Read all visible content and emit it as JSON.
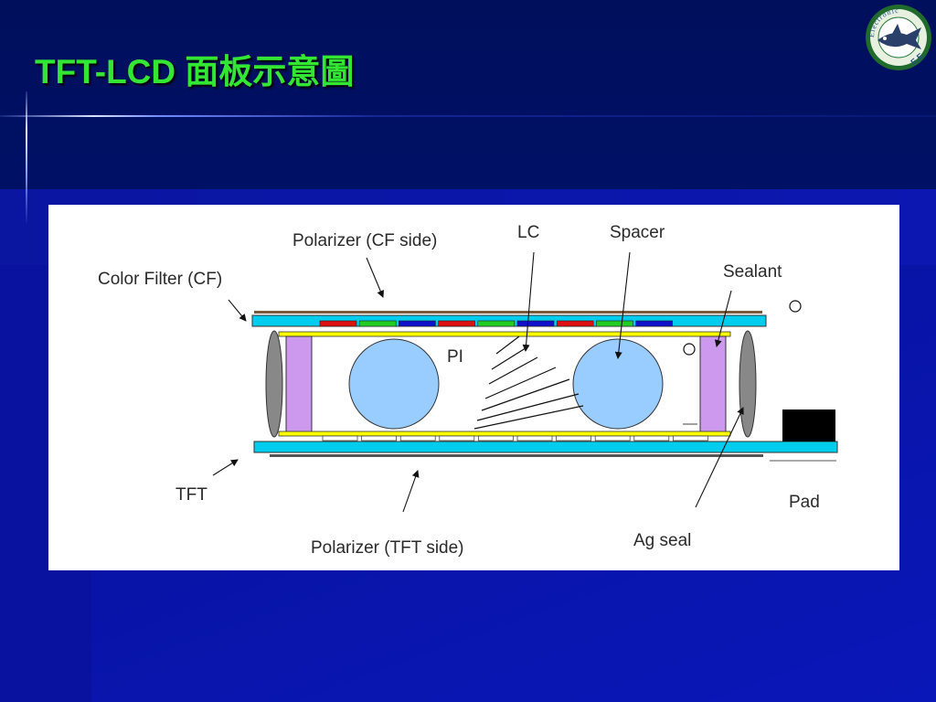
{
  "slide": {
    "title": "TFT-LCD 面板示意圖"
  },
  "logo": {
    "ring_text": "Electronic",
    "corner_text": "E.E."
  },
  "diagram": {
    "labels": {
      "polarizer_cf": "Polarizer (CF side)",
      "lc": "LC",
      "spacer": "Spacer",
      "color_filter": "Color Filter (CF)",
      "sealant": "Sealant",
      "pi": "PI",
      "tft": "TFT",
      "pad": "Pad",
      "polarizer_tft": "Polarizer (TFT side)",
      "ag_seal": "Ag seal"
    },
    "color_filter_sequence": [
      "red",
      "green",
      "blue",
      "red",
      "green",
      "blue",
      "red",
      "green",
      "blue"
    ],
    "colors": {
      "glass": "#00ccee",
      "alignment_layer": "#ffff00",
      "sealant": "#cc99ee",
      "spacer": "#99ccff",
      "red": "#dd1111",
      "green": "#22cc22",
      "blue": "#1111cc",
      "ag_seal": "#888888",
      "pad": "#000000"
    }
  }
}
